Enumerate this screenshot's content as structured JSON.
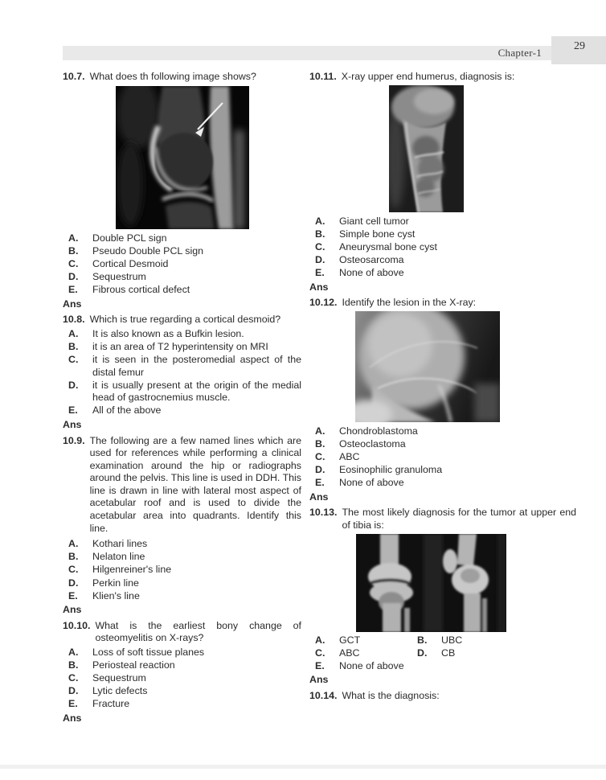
{
  "header": {
    "chapter_label": "Chapter-1",
    "page_number": "29"
  },
  "left": [
    {
      "number": "10.7.",
      "text": "What does th following image shows?",
      "figure": "sagittal-knee-mri",
      "options": [
        {
          "letter": "A.",
          "text": "Double PCL sign"
        },
        {
          "letter": "B.",
          "text": "Pseudo Double PCL sign"
        },
        {
          "letter": "C.",
          "text": "Cortical Desmoid"
        },
        {
          "letter": "D.",
          "text": "Sequestrum"
        },
        {
          "letter": "E.",
          "text": "Fibrous cortical defect"
        }
      ],
      "ans_label": "Ans"
    },
    {
      "number": "10.8.",
      "text": "Which is true regarding a cortical desmoid?",
      "options": [
        {
          "letter": "A.",
          "text": "It is also known as a Bufkin lesion."
        },
        {
          "letter": "B.",
          "text": "it is an area of T2 hyperintensity on MRI"
        },
        {
          "letter": "C.",
          "text": "it is seen in the posteromedial aspect of the distal femur"
        },
        {
          "letter": "D.",
          "text": "it is usually present at the origin of the medial head of gastrocnemius muscle."
        },
        {
          "letter": "E.",
          "text": "All of the above"
        }
      ],
      "ans_label": "Ans"
    },
    {
      "number": "10.9.",
      "text": "The following are a few named lines which are used for references while performing a clinical examination around the hip or radiographs around the pelvis. This line is used in DDH. This line is drawn in line with lateral most aspect of acetabular roof and is used to divide the acetabular area into quadrants. Identify this line.",
      "options": [
        {
          "letter": "A.",
          "text": "Kothari lines"
        },
        {
          "letter": "B.",
          "text": "Nelaton line"
        },
        {
          "letter": "C.",
          "text": "Hilgenreiner's line"
        },
        {
          "letter": "D.",
          "text": "Perkin line"
        },
        {
          "letter": "E.",
          "text": "Klien's line"
        }
      ],
      "ans_label": "Ans"
    },
    {
      "number": "10.10.",
      "text": "What is the earliest bony change of osteomyelitis on X-rays?",
      "options": [
        {
          "letter": "A.",
          "text": "Loss of soft tissue planes"
        },
        {
          "letter": "B.",
          "text": "Periosteal reaction"
        },
        {
          "letter": "C.",
          "text": "Sequestrum"
        },
        {
          "letter": "D.",
          "text": "Lytic defects"
        },
        {
          "letter": "E.",
          "text": "Fracture"
        }
      ],
      "ans_label": "Ans"
    }
  ],
  "right": [
    {
      "number": "10.11.",
      "text": "X-ray upper end humerus, diagnosis is:",
      "figure": "humerus-xray",
      "options": [
        {
          "letter": "A.",
          "text": "Giant cell tumor"
        },
        {
          "letter": "B.",
          "text": "Simple bone cyst"
        },
        {
          "letter": "C.",
          "text": "Aneurysmal bone cyst"
        },
        {
          "letter": "D.",
          "text": "Osteosarcoma"
        },
        {
          "letter": "E.",
          "text": "None of above"
        }
      ],
      "ans_label": "Ans"
    },
    {
      "number": "10.12.",
      "text": "Identify the lesion in the X-ray:",
      "figure": "shoulder-xray",
      "options": [
        {
          "letter": "A.",
          "text": "Chondroblastoma"
        },
        {
          "letter": "B.",
          "text": "Osteoclastoma"
        },
        {
          "letter": "C.",
          "text": "ABC"
        },
        {
          "letter": "D.",
          "text": "Eosinophilic granuloma"
        },
        {
          "letter": "E.",
          "text": "None of above"
        }
      ],
      "ans_label": "Ans"
    },
    {
      "number": "10.13.",
      "text": "The most likely diagnosis for the tumor at upper end of tibia is:",
      "figure": "knee-xray-two-views",
      "options": [
        {
          "letter": "A.",
          "text": "GCT"
        },
        {
          "letter": "B.",
          "text": "UBC"
        },
        {
          "letter": "C.",
          "text": "ABC"
        },
        {
          "letter": "D.",
          "text": "CB"
        },
        {
          "letter": "E.",
          "text": "None of above"
        }
      ],
      "ans_label": "Ans"
    },
    {
      "number": "10.14.",
      "text": "What is the diagnosis:"
    }
  ]
}
